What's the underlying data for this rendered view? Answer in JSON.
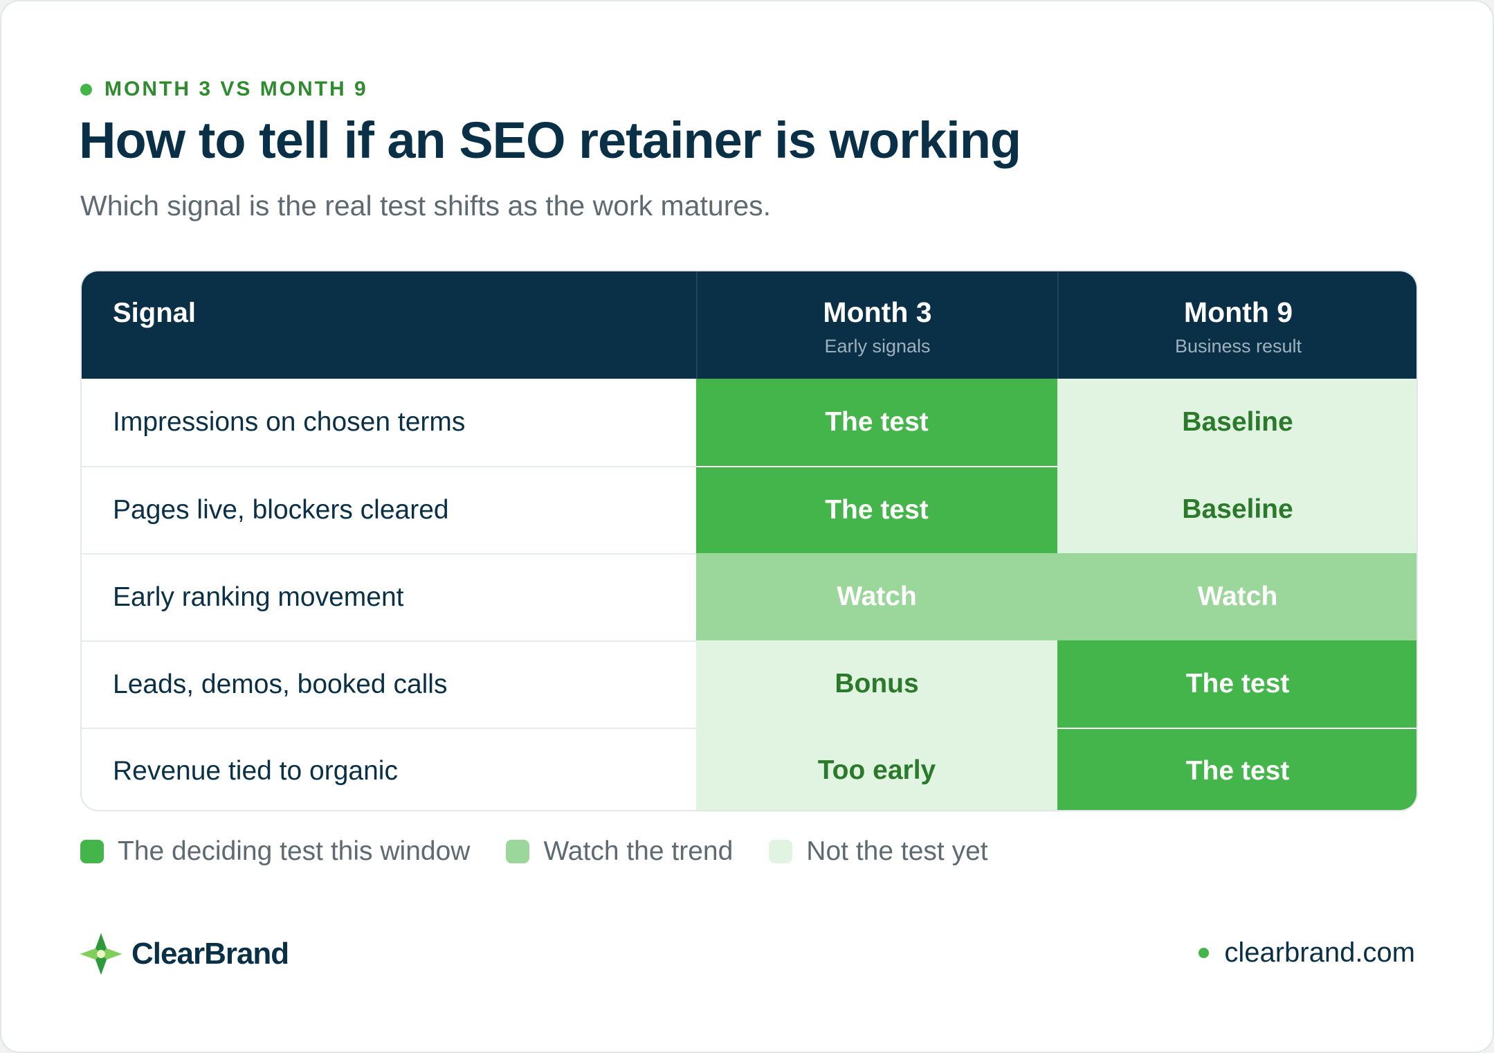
{
  "eyebrow": "MONTH 3 VS MONTH 9",
  "title": "How to tell if an SEO retainer is working",
  "subtitle": "Which signal is the real test shifts as the work matures.",
  "table": {
    "header": {
      "signal": "Signal",
      "month3": {
        "label": "Month 3",
        "sub": "Early signals"
      },
      "month9": {
        "label": "Month 9",
        "sub": "Business result"
      }
    },
    "rows": [
      {
        "signal": "Impressions on chosen terms",
        "month3": "The test",
        "month3_level": "test",
        "month9": "Baseline",
        "month9_level": "not"
      },
      {
        "signal": "Pages live, blockers cleared",
        "month3": "The test",
        "month3_level": "test",
        "month9": "Baseline",
        "month9_level": "not"
      },
      {
        "signal": "Early ranking movement",
        "month3": "Watch",
        "month3_level": "watch",
        "month9": "Watch",
        "month9_level": "watch"
      },
      {
        "signal": "Leads, demos, booked calls",
        "month3": "Bonus",
        "month3_level": "not",
        "month9": "The test",
        "month9_level": "test"
      },
      {
        "signal": "Revenue tied to organic",
        "month3": "Too early",
        "month3_level": "not",
        "month9": "The test",
        "month9_level": "test"
      }
    ]
  },
  "legend": [
    {
      "label": "The deciding test this window",
      "color": "#44b54a"
    },
    {
      "label": "Watch the trend",
      "color": "#9bd79b"
    },
    {
      "label": "Not the test yet",
      "color": "#e1f3e1"
    }
  ],
  "brand": {
    "name": "ClearBrand",
    "url": "clearbrand.com",
    "logo_icon": "star-diamond-icon"
  },
  "colors": {
    "navy": "#0a3047",
    "green": "#44b54a",
    "green_text": "#2b7a2b",
    "light_green": "#9bd79b",
    "pale_green": "#e1f3e1"
  }
}
